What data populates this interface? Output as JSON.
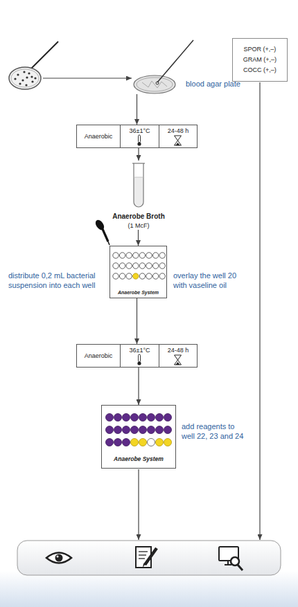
{
  "diagram": {
    "nodes": [
      {
        "text": [
          "SPOR (+,–)",
          "GRAM (+,–)",
          "COCC (+,–)"
        ]
      },
      {
        "text": [
          "blood agar plate"
        ]
      },
      {
        "text": [
          "Anaerobic",
          "36±1°C",
          "24-48 h"
        ]
      },
      {
        "text": [
          "Anaerobe Broth",
          "(1 McF)"
        ]
      },
      {
        "text": [
          "Anaerobe System"
        ]
      },
      {
        "text": [
          "Anaerobic",
          "36±1°C",
          "24-48 h"
        ]
      },
      {
        "text": [
          "Anaerobe System"
        ]
      }
    ],
    "edges": [
      {
        "from": 1,
        "to": 2,
        "arrow": "to"
      },
      {
        "from": 2,
        "to": 3,
        "arrow": "to"
      },
      {
        "from": 3,
        "to": 4,
        "arrow": "to"
      },
      {
        "from": 4,
        "to": 5,
        "arrow": "to"
      },
      {
        "from": 5,
        "to": 6,
        "arrow": "to"
      }
    ],
    "labels": [
      "distribute 0,2 mL bacterial suspension into each well",
      "overlay the well 20 with vaseline oil",
      "add reagents to well 22, 23 and 24"
    ]
  }
}
